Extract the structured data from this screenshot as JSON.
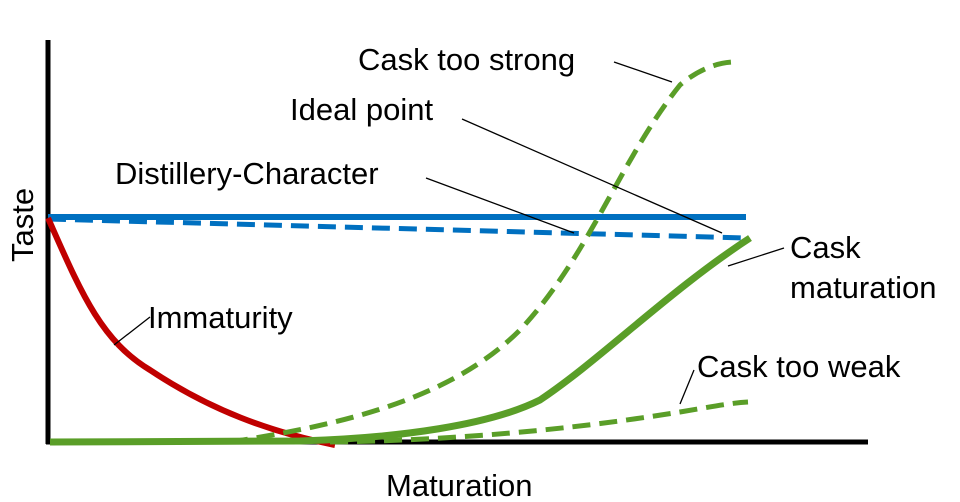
{
  "axes": {
    "y_label": "Taste",
    "x_label": "Maturation"
  },
  "labels": {
    "cask_too_strong": "Cask too strong",
    "ideal_point": "Ideal point",
    "distillery_character": "Distillery-Character",
    "cask_maturation_line1": "Cask",
    "cask_maturation_line2": "maturation",
    "immaturity": "Immaturity",
    "cask_too_weak": "Cask too weak"
  },
  "colors": {
    "axis": "#000000",
    "distillery": "#0070C0",
    "immaturity": "#C00000",
    "cask": "#5A9E28"
  }
}
